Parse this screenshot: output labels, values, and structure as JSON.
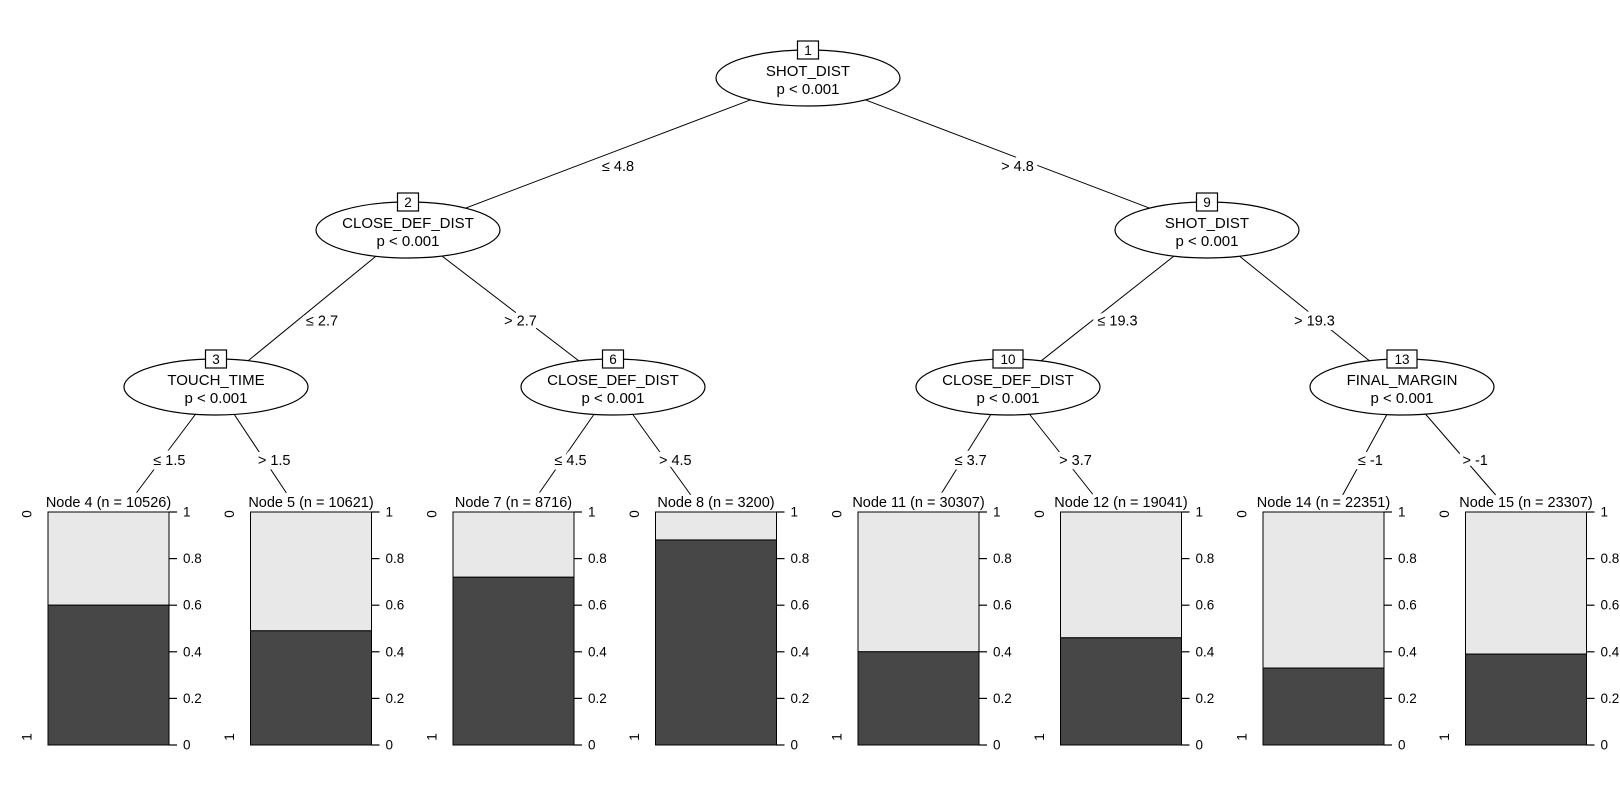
{
  "chart_data": {
    "type": "decision_tree_with_terminal_barplots",
    "description": "Conditional inference tree (ctree-style plot) with stacked-bar terminal nodes",
    "inner_nodes": [
      {
        "id": 1,
        "variable": "SHOT_DIST",
        "p_label": "p < 0.001",
        "edges": [
          {
            "label": "≤ 4.8",
            "child": 2
          },
          {
            "label": "> 4.8",
            "child": 9
          }
        ]
      },
      {
        "id": 2,
        "variable": "CLOSE_DEF_DIST",
        "p_label": "p < 0.001",
        "edges": [
          {
            "label": "≤ 2.7",
            "child": 3
          },
          {
            "label": "> 2.7",
            "child": 6
          }
        ]
      },
      {
        "id": 3,
        "variable": "TOUCH_TIME",
        "p_label": "p < 0.001",
        "edges": [
          {
            "label": "≤ 1.5",
            "child": 4
          },
          {
            "label": "> 1.5",
            "child": 5
          }
        ]
      },
      {
        "id": 6,
        "variable": "CLOSE_DEF_DIST",
        "p_label": "p < 0.001",
        "edges": [
          {
            "label": "≤ 4.5",
            "child": 7
          },
          {
            "label": "> 4.5",
            "child": 8
          }
        ]
      },
      {
        "id": 9,
        "variable": "SHOT_DIST",
        "p_label": "p < 0.001",
        "edges": [
          {
            "label": "≤ 19.3",
            "child": 10
          },
          {
            "label": "> 19.3",
            "child": 13
          }
        ]
      },
      {
        "id": 10,
        "variable": "CLOSE_DEF_DIST",
        "p_label": "p < 0.001",
        "edges": [
          {
            "label": "≤ 3.7",
            "child": 11
          },
          {
            "label": "> 3.7",
            "child": 12
          }
        ]
      },
      {
        "id": 13,
        "variable": "FINAL_MARGIN",
        "p_label": "p < 0.001",
        "edges": [
          {
            "label": "≤ -1",
            "child": 14
          },
          {
            "label": "> -1",
            "child": 15
          }
        ]
      }
    ],
    "terminal_nodes": [
      {
        "id": 4,
        "title": "Node 4 (n = 10526)",
        "n": 10526,
        "value_dark": 0.6,
        "value_light": 0.4
      },
      {
        "id": 5,
        "title": "Node 5 (n = 10621)",
        "n": 10621,
        "value_dark": 0.49,
        "value_light": 0.51
      },
      {
        "id": 7,
        "title": "Node 7 (n = 8716)",
        "n": 8716,
        "value_dark": 0.72,
        "value_light": 0.28
      },
      {
        "id": 8,
        "title": "Node 8 (n = 3200)",
        "n": 3200,
        "value_dark": 0.88,
        "value_light": 0.12
      },
      {
        "id": 11,
        "title": "Node 11 (n = 30307)",
        "n": 30307,
        "value_dark": 0.4,
        "value_light": 0.6
      },
      {
        "id": 12,
        "title": "Node 12 (n = 19041)",
        "n": 19041,
        "value_dark": 0.46,
        "value_light": 0.54
      },
      {
        "id": 14,
        "title": "Node 14 (n = 22351)",
        "n": 22351,
        "value_dark": 0.33,
        "value_light": 0.67
      },
      {
        "id": 15,
        "title": "Node 15 (n = 23307)",
        "n": 23307,
        "value_dark": 0.39,
        "value_light": 0.61
      }
    ],
    "y_axis": {
      "range": [
        0,
        1
      ],
      "tick_values": [
        0,
        0.2,
        0.4,
        0.6,
        0.8,
        1
      ],
      "tick_labels": [
        "0",
        "0.2",
        "0.4",
        "0.6",
        "0.8",
        "1"
      ]
    },
    "category_labels": {
      "top": "0",
      "bottom": "1"
    },
    "colors": {
      "dark_segment": "#474747",
      "light_segment": "#E8E8E8",
      "line": "#000000",
      "background": "#FFFFFF"
    }
  }
}
